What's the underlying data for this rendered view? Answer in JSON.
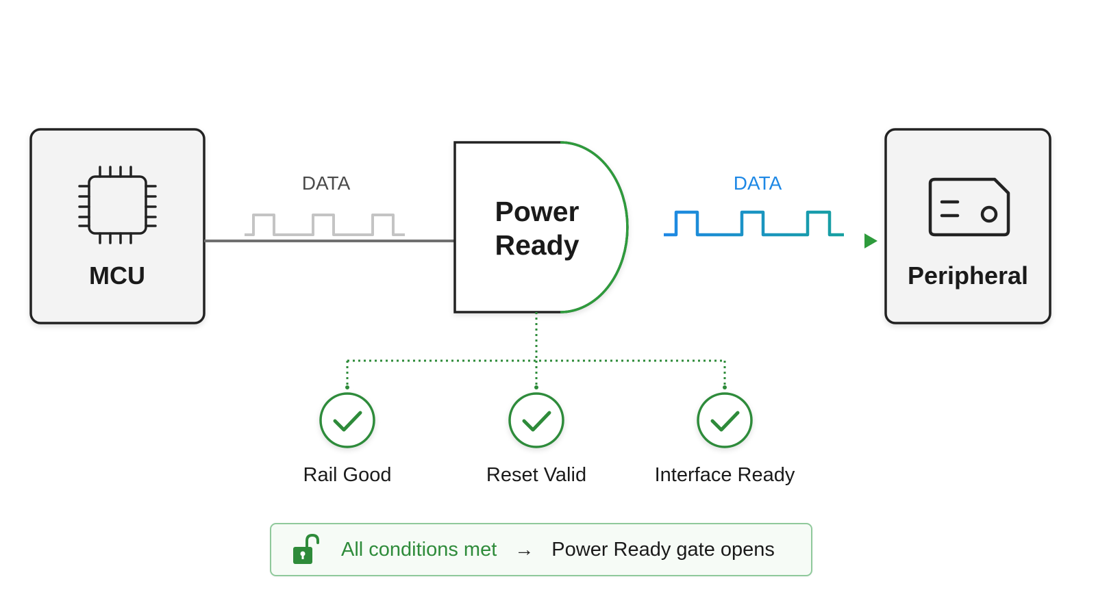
{
  "colors": {
    "box_border": "#222222",
    "box_fill": "#f3f3f3",
    "inactive_wire": "#6f6f6f",
    "inactive_wave": "#c4c4c4",
    "inactive_label": "#4a4a4a",
    "active_blue": "#1e88e5",
    "active_teal": "#14a0a0",
    "active_green": "#2e9b3c",
    "check_green": "#2e8b3a"
  },
  "mcu": {
    "label": "MCU",
    "icon": "chip-icon"
  },
  "peripheral": {
    "label": "Peripheral",
    "icon": "sd-card-icon"
  },
  "gate": {
    "line1": "Power",
    "line2": "Ready"
  },
  "input_signal": {
    "label": "DATA"
  },
  "output_signal": {
    "label": "DATA"
  },
  "conditions": [
    {
      "label": "Rail Good",
      "status": "met",
      "icon": "check-circle-icon"
    },
    {
      "label": "Reset Valid",
      "status": "met",
      "icon": "check-circle-icon"
    },
    {
      "label": "Interface Ready",
      "status": "met",
      "icon": "check-circle-icon"
    }
  ],
  "status_banner": {
    "icon": "unlock-icon",
    "condition_text": "All conditions met",
    "arrow": "→",
    "result_text": "Power Ready gate opens"
  }
}
